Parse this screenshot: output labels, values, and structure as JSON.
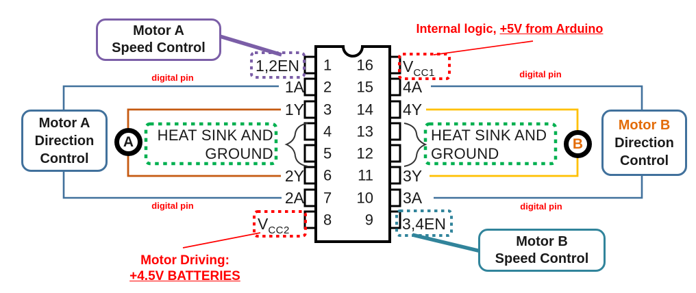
{
  "chip": {
    "pins_left": [
      {
        "number": "1",
        "label": "1,2EN"
      },
      {
        "number": "2",
        "label": "1A"
      },
      {
        "number": "3",
        "label": "1Y"
      },
      {
        "number": "4",
        "label": ""
      },
      {
        "number": "5",
        "label": ""
      },
      {
        "number": "6",
        "label": "2Y"
      },
      {
        "number": "7",
        "label": "2A"
      },
      {
        "number": "8",
        "label_main": "V",
        "label_sub": "CC2"
      }
    ],
    "pins_right": [
      {
        "number": "16",
        "label_main": "V",
        "label_sub": "CC1"
      },
      {
        "number": "15",
        "label": "4A"
      },
      {
        "number": "14",
        "label": "4Y"
      },
      {
        "number": "13",
        "label": ""
      },
      {
        "number": "12",
        "label": ""
      },
      {
        "number": "11",
        "label": "3Y"
      },
      {
        "number": "10",
        "label": "3A"
      },
      {
        "number": "9",
        "label": "3,4EN"
      }
    ],
    "heat_sink_lines": [
      "HEAT SINK AND",
      "GROUND"
    ]
  },
  "callouts": {
    "motor_a_speed": {
      "line1": "Motor A",
      "line2": "Speed Control"
    },
    "motor_a_direction": {
      "line1": "Motor A",
      "line2": "Direction",
      "line3": "Control"
    },
    "motor_b_direction": {
      "line1": "Motor B",
      "line2": "Direction",
      "line3": "Control"
    },
    "motor_b_speed": {
      "line1": "Motor B",
      "line2": "Speed Control"
    },
    "internal_logic": {
      "prefix": "Internal logic, ",
      "underlined": "+5V from Arduino"
    },
    "motor_driving": {
      "line1": "Motor Driving:",
      "line2": "+4.5V BATTERIES"
    }
  },
  "labels": {
    "digital_pin": "digital pin"
  },
  "markers": {
    "a": "A",
    "b": "B"
  },
  "colors": {
    "purple": "#7B5EA7",
    "blue": "#41719C",
    "teal": "#31849B",
    "orange_wire": "#C55A11",
    "yellow_wire": "#FFC000",
    "green_dotted": "#00B050",
    "red": "#FF0000",
    "motor_b_orange": "#E36C09"
  }
}
